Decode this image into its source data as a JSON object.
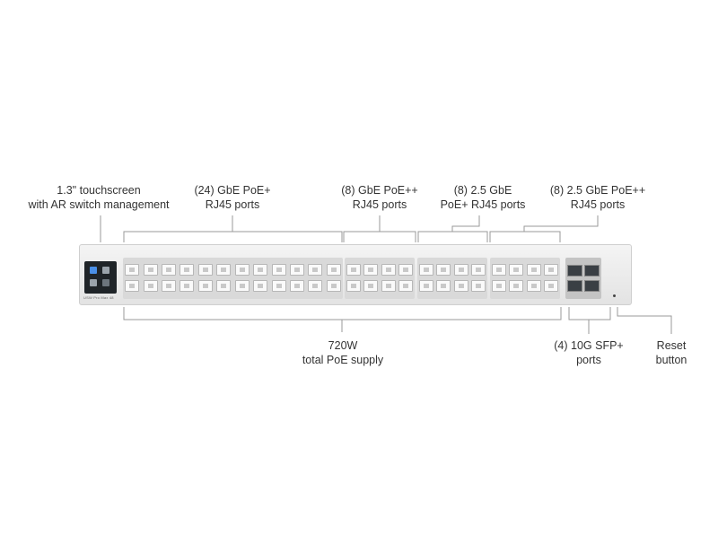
{
  "callouts": {
    "touchscreen": [
      "1.3\" touchscreen",
      "with AR switch management"
    ],
    "gbe_poe_plus": [
      "(24) GbE PoE+",
      "RJ45 ports"
    ],
    "gbe_poe_plusplus": [
      "(8) GbE PoE++",
      "RJ45 ports"
    ],
    "ge25_poe_plus": [
      "(8) 2.5 GbE",
      "PoE+ RJ45 ports"
    ],
    "ge25_poe_plusplus": [
      "(8) 2.5 GbE PoE++",
      "RJ45 ports"
    ],
    "poe_supply": [
      "720W",
      "total PoE supply"
    ],
    "sfp_ports": [
      "(4) 10G SFP+",
      "ports"
    ],
    "reset": [
      "Reset",
      "button"
    ]
  },
  "device": {
    "brand_label": "USW Pro Max 48"
  },
  "colors": {
    "text": "#333333",
    "lines": "#9a9a9a",
    "chassis": "#e8e8e8",
    "ports": "#fafafa",
    "screen": "#1f2428"
  }
}
